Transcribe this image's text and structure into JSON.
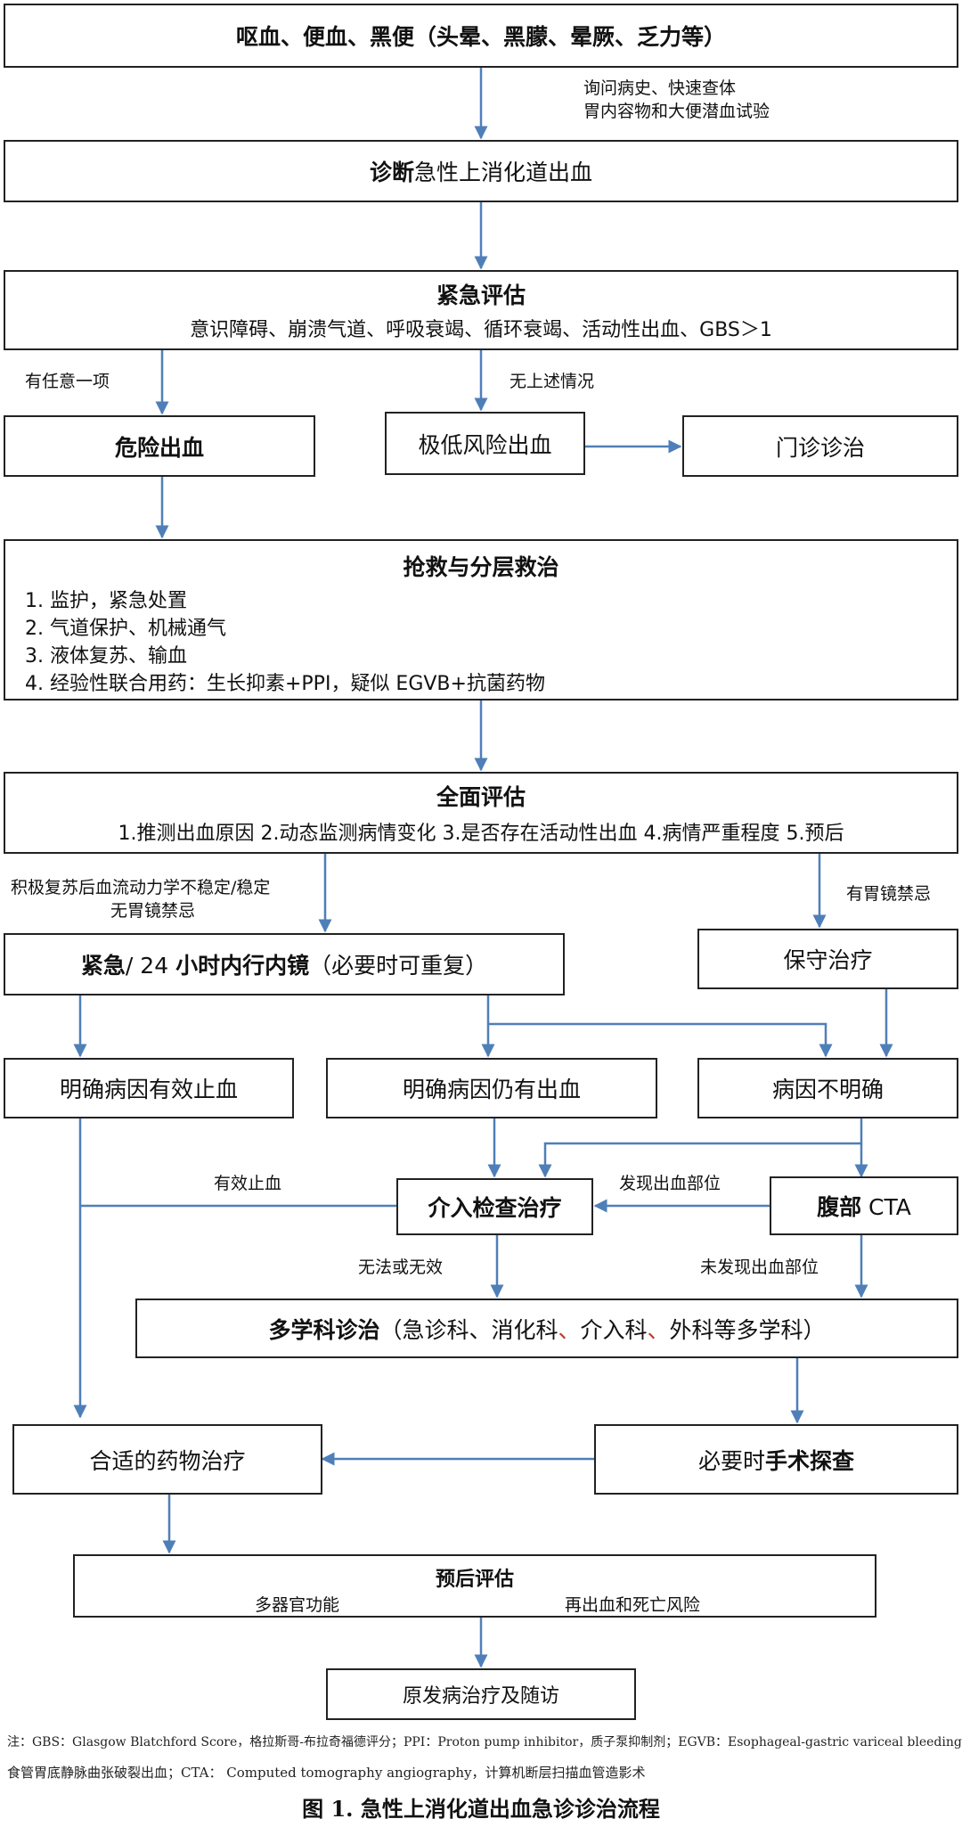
{
  "nodes": {
    "symptoms": "呕血、便血、黑便（头晕、黑朦、晕厥、乏力等）",
    "diag_prefix": "诊断",
    "diag_rest": "急性上消化道出血",
    "urgent_title": "紧急评估",
    "urgent_detail": "意识障碍、崩溃气道、呼吸衰竭、循环衰竭、活动性出血、GBS＞1",
    "danger": "危险出血",
    "verylow": "极低风险出血",
    "outpatient": "门诊诊治",
    "rescue_title": "抢救与分层救治",
    "rescue_items": [
      "1.  监护，紧急处置",
      "2.  气道保护、机械通气",
      "3.  液体复苏、输血",
      "4.  经验性联合用药：生长抑素+PPI，疑似 EGVB+抗菌药物"
    ],
    "comp_title": "全面评估",
    "comp_detail": "1.推测出血原因 2.动态监测病情变化 3.是否存在活动性出血 4.病情严重程度 5.预后",
    "endo_bold1": "紧急",
    "endo_mid": "/ 24 ",
    "endo_bold2": "小时内行内镜",
    "endo_rest": "（必要时可重复）",
    "conservative": "保守治疗",
    "clear_stop": "明确病因有效止血",
    "clear_bleed": "明确病因仍有出血",
    "unclear": "病因不明确",
    "interv": "介入检查治疗",
    "cta_bold": "腹部",
    "cta_rest": " CTA",
    "mdt_bold": "多学科诊治",
    "mdt_a": "（急诊科、消化科",
    "mdt_sep1": "、",
    "mdt_b": "介入科",
    "mdt_sep2": "、",
    "mdt_c": "外科等多学科）",
    "drug": "合适的药物治疗",
    "surgery_prefix": "必要时",
    "surgery_bold": "手术探查",
    "prog_title": "预后评估",
    "prog_left": "多器官功能",
    "prog_right": "再出血和死亡风险",
    "primary": "原发病治疗及随访"
  },
  "edge_labels": {
    "history1": "询问病史、快速查体",
    "history2": "胃内容物和大便潜血试验",
    "any": "有任意一项",
    "none": "无上述情况",
    "unstable1": "积极复苏后血流动力学不稳定/稳定",
    "unstable2": "无胃镜禁忌",
    "contraind": "有胃镜禁忌",
    "effective": "有效止血",
    "found": "发现出血部位",
    "notfound": "未发现出血部位",
    "ineffective": "无法或无效"
  },
  "notes": {
    "line1": "注：GBS：Glasgow Blatchford Score，格拉斯哥-布拉奇福德评分；PPI：Proton pump inhibitor，质子泵抑制剂；EGVB：Esophageal-gastric variceal bleeding，",
    "line2": "食管胃底静脉曲张破裂出血；CTA：   Computed tomography angiography，计算机断层扫描血管造影术"
  },
  "caption": "图 1.  急性上消化道出血急诊诊治流程",
  "colors": {
    "arrow": "#4f7fb8",
    "border": "#222222",
    "accent_red": "#c0392b"
  }
}
